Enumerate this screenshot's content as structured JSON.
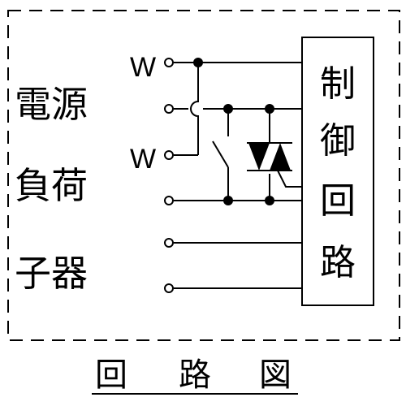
{
  "left_label": {
    "line1": "電源",
    "line2": "負荷",
    "line3": "子器"
  },
  "terminal_labels": {
    "w_top": "W",
    "w_mid": "W"
  },
  "control_box": {
    "char1": "制",
    "char2": "御",
    "char3": "回",
    "char4": "路"
  },
  "caption": {
    "char1": "回",
    "char2": "路",
    "char3": "図"
  },
  "colors": {
    "line": "#000000",
    "background": "#ffffff",
    "terminal_fill": "#ffffff"
  }
}
